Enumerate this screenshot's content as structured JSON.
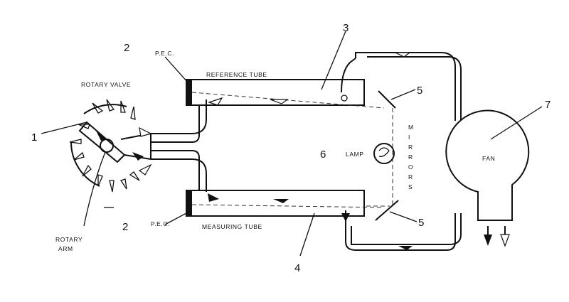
{
  "labels": {
    "rotary_valve": "ROTARY VALVE",
    "rotary_arm_1": "ROTARY",
    "rotary_arm_2": "ARM",
    "pec_top": "P.E.C.",
    "pec_bottom": "P.E.C.",
    "reference_tube": "REFERENCE TUBE",
    "measuring_tube": "MEASURING TUBE",
    "lamp": "LAMP",
    "mirrors": [
      "M",
      "I",
      "R",
      "R",
      "O",
      "R",
      "S"
    ],
    "fan": "FAN"
  },
  "numbers": {
    "n1": "1",
    "n2_top": "2",
    "n2_bottom": "2",
    "n3": "3",
    "n4": "4",
    "n5_top": "5",
    "n5_bottom": "5",
    "n6": "6",
    "n7": "7"
  }
}
